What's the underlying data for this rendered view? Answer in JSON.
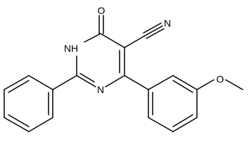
{
  "molecule": {
    "atoms": {
      "carbonyl_oxygen": "O",
      "nitrile_nitrogen": "N",
      "nh_group": "NH",
      "ring_nitrogen": "N",
      "methoxy_oxygen": "O"
    }
  },
  "colors": {
    "background": "#ffffff",
    "bond": "#000000",
    "label": "#000000"
  }
}
